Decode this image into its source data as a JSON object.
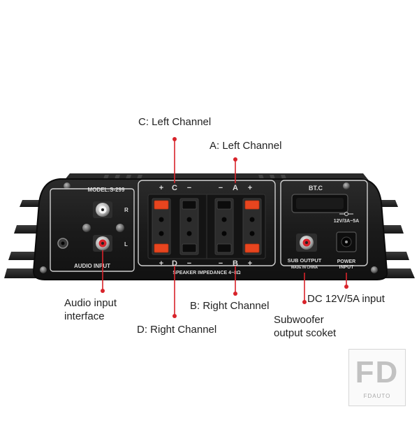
{
  "callouts": {
    "c_left": "C: Left  Channel",
    "a_left": "A: Left  Channel",
    "audio_input": [
      "Audio input",
      "interface"
    ],
    "b_right": "B: Right Channel",
    "d_right": "D: Right Channel",
    "dc_input": "DC 12V/5A input",
    "subwoofer": [
      "Subwoofer",
      "output scoket"
    ]
  },
  "panel": {
    "model": "MODEL:S-299",
    "audio_input": "AUDIO INPUT",
    "channel_r": "R",
    "channel_l": "L",
    "speaker_impedance": "SPEAKER IMPEDANCE 4~8Ω",
    "terminal_top": [
      "+",
      "C",
      "−",
      "−",
      "A",
      "+"
    ],
    "terminal_bottom": [
      "+",
      "D",
      "−",
      "−",
      "B",
      "+"
    ],
    "bt": "BT.C",
    "sub_output": "SUB OUTPUT",
    "made_in": "MADE IN CHINA",
    "power_spec": "12V/3A~5A",
    "power_input": [
      "POWER",
      "INPUT"
    ]
  },
  "watermark": {
    "logo": "FD",
    "name": "FDAUTO"
  },
  "colors": {
    "accent_red": "#d8232a",
    "chassis": "#1c1c1c",
    "terminal_orange": "#e8451f"
  }
}
